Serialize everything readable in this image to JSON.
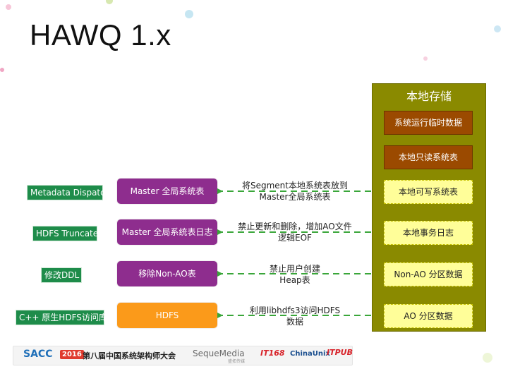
{
  "slide": {
    "title": "HAWQ 1.x"
  },
  "storage": {
    "title": "本地存储",
    "items": [
      "系统运行临时数据",
      "本地只读系统表",
      "本地可写系统表",
      "本地事务日志",
      "Non-AO 分区数据",
      "AO 分区数据"
    ]
  },
  "rows": [
    {
      "tag": "Metadata Dispatch",
      "box": "Master 全局系统表",
      "arrow_line1": "将Segment本地系统表放到",
      "arrow_line2": "Master全局系统表"
    },
    {
      "tag": "HDFS Truncate",
      "box": "Master 全局系统表日志",
      "arrow_line1": "禁止更新和删除，增加AO文件",
      "arrow_line2": "逻辑EOF"
    },
    {
      "tag": "修改DDL",
      "box": "移除Non-AO表",
      "arrow_line1": "禁止用户创建",
      "arrow_line2": "Heap表"
    },
    {
      "tag": "C++ 原生HDFS访问库",
      "box": "HDFS",
      "arrow_line1": "利用libhdfs3访问HDFS",
      "arrow_line2": "数据"
    }
  ],
  "footer": {
    "sacc": "SACC",
    "year": "2016",
    "event": "第八届中国系统架构师大会",
    "sequemedia": "SequeMedia",
    "sequemedia_sub": "盛拓传媒",
    "it168": "IT168",
    "chinaunix": "ChinaUnix",
    "itpub": "ITPUB"
  },
  "colors": {
    "tag_green": "#1e8c4a",
    "box_purple": "#8e2d8e",
    "box_orange": "#fb9a1a",
    "storage_olive": "#8a8a00",
    "brown_box": "#9b4a00",
    "yellow_box": "#fffe99",
    "arrow_green": "#3aa63a"
  }
}
